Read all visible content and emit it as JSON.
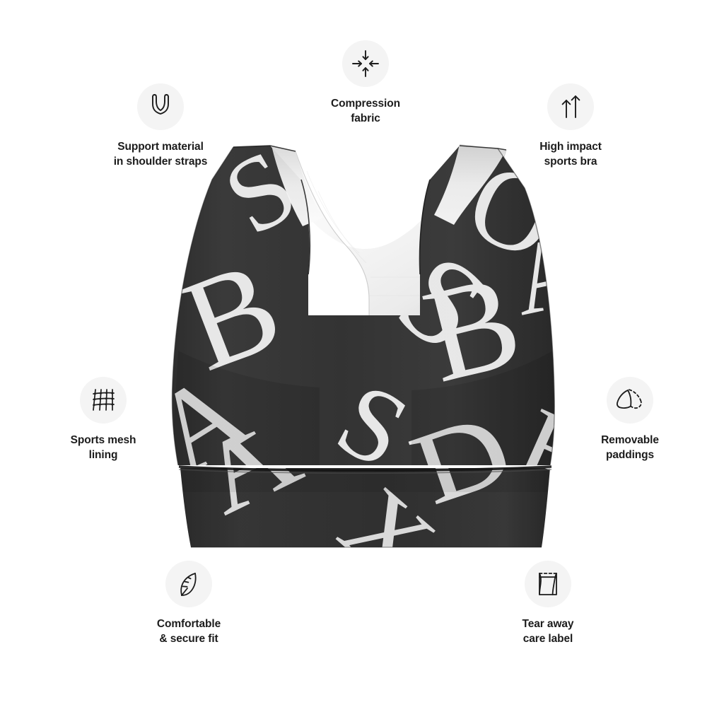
{
  "page": {
    "title": "Sports bra product features",
    "background_color": "#ffffff"
  },
  "theme": {
    "icon_circle_color": "#f4f4f4",
    "icon_stroke_color": "#1c1c1c",
    "label_color": "#1c1c1c",
    "fabric_dark": "#333333",
    "fabric_print": "#ffffff",
    "mesh_lining": "#f2f2f2"
  },
  "features": [
    {
      "id": "compression-fabric",
      "icon": "compress-arrows-icon",
      "label": "Compression\nfabric"
    },
    {
      "id": "support-material",
      "icon": "sports-bra-icon",
      "label": "Support material\nin shoulder straps"
    },
    {
      "id": "high-impact",
      "icon": "double-up-arrows-icon",
      "label": "High impact\nsports bra"
    },
    {
      "id": "sports-mesh-lining",
      "icon": "mesh-net-icon",
      "label": "Sports mesh\nlining"
    },
    {
      "id": "removable-paddings",
      "icon": "bra-cup-dashed-icon",
      "label": "Removable\npaddings"
    },
    {
      "id": "comfortable-secure-fit",
      "icon": "feather-icon",
      "label": "Comfortable\n& secure fit"
    },
    {
      "id": "tear-away-care-label",
      "icon": "care-label-tag-icon",
      "label": "Tear away\ncare label"
    }
  ],
  "product": {
    "name": "racerback-sports-bra",
    "description": "Dark charcoal racerback sports bra with all-over white serif letter print and white mesh racerback lining",
    "print_letters": [
      "B",
      "S",
      "A",
      "B",
      "S",
      "A",
      "B",
      "D"
    ]
  }
}
